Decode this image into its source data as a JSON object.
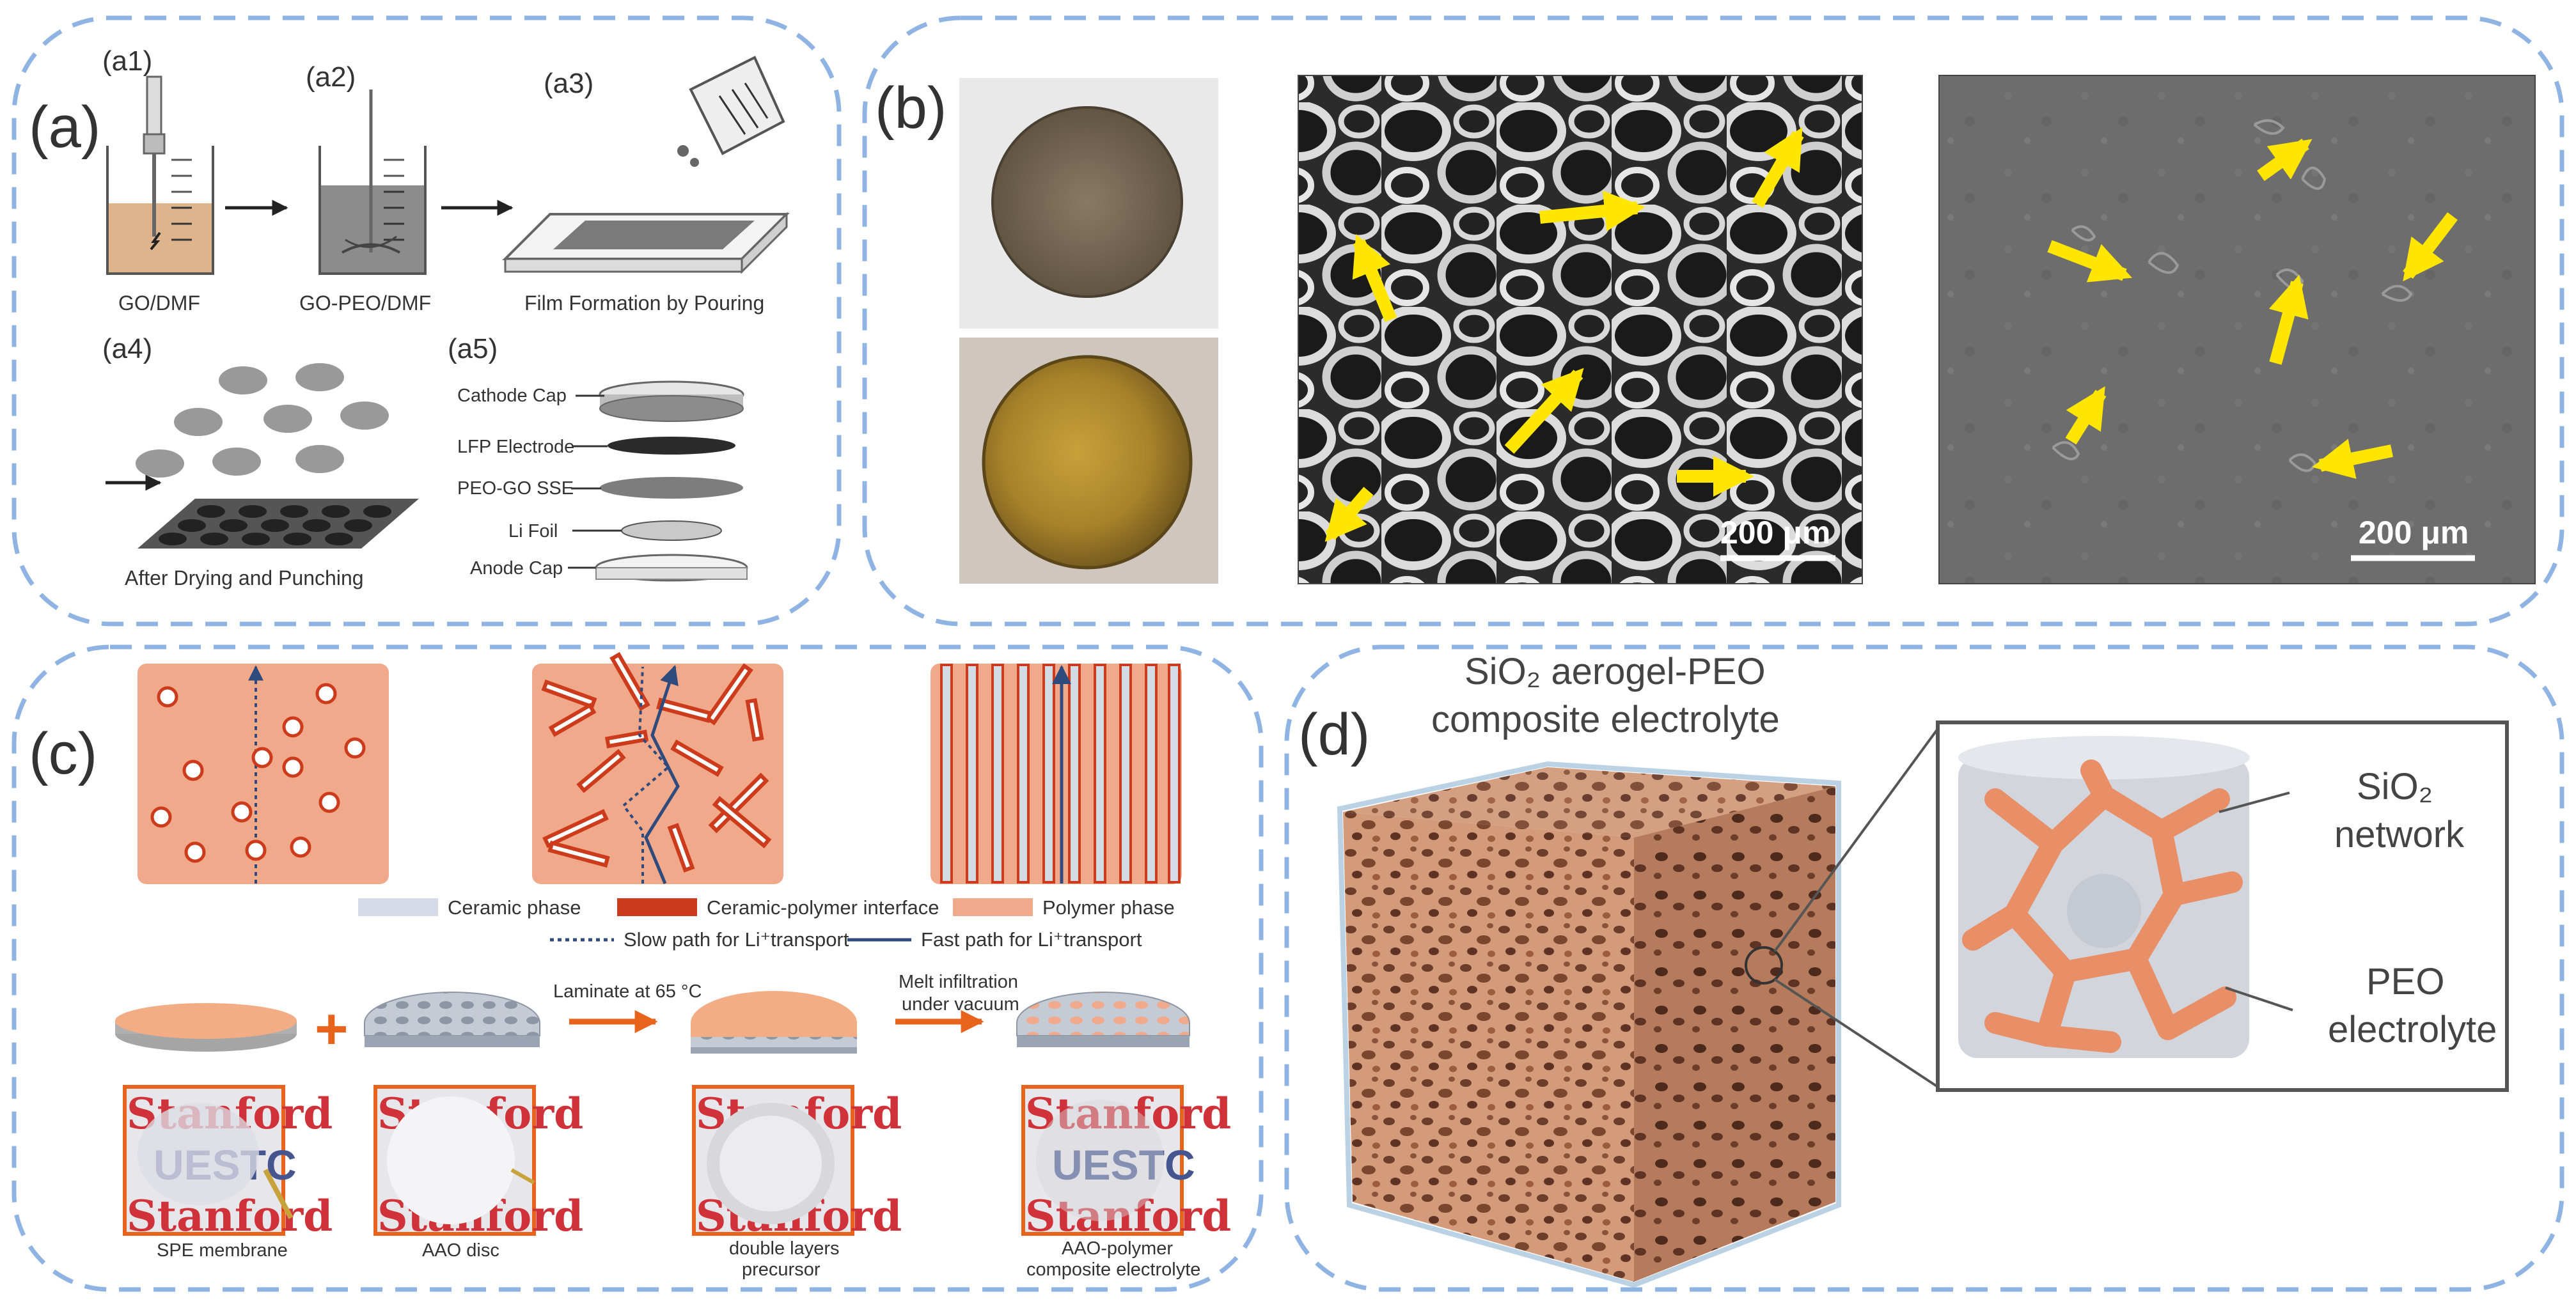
{
  "panels": {
    "a": {
      "label": "(a)",
      "sub_a1": "(a1)",
      "sub_a2": "(a2)",
      "sub_a3": "(a3)",
      "sub_a4": "(a4)",
      "sub_a5": "(a5)",
      "cap_a1": "GO/DMF",
      "cap_a2": "GO-PEO/DMF",
      "cap_a3": "Film Formation by Pouring",
      "cap_a4": "After Drying and Punching",
      "stack": [
        "Cathode Cap",
        "LFP Electrode",
        "PEO-GO SSE",
        "Li Foil",
        "Anode Cap"
      ]
    },
    "b": {
      "label": "(b)",
      "scale_1": "200 μm",
      "scale_2": "200 μm"
    },
    "c": {
      "label": "(c)",
      "legend": {
        "ceramic": "Ceramic phase",
        "interface": "Ceramic-polymer interface",
        "polymer": "Polymer phase",
        "slow": "Slow path for Li⁺transport",
        "fast": "Fast path for Li⁺transport"
      },
      "arrow1": "Laminate at 65 °C",
      "arrow2_l1": "Melt infiltration",
      "arrow2_l2": "under vacuum",
      "plus": "+",
      "photo_text": {
        "stanford": "Stanford",
        "uestc": "UESTC"
      },
      "cap_spe": "SPE membrane",
      "cap_aao": "AAO disc",
      "cap_double_l1": "double layers",
      "cap_double_l2": "precursor",
      "cap_comp_l1": "AAO-polymer",
      "cap_comp_l2": "composite electrolyte"
    },
    "d": {
      "label": "(d)",
      "title_l1": "SiO₂ aerogel-PEO",
      "title_l2": "composite electrolyte",
      "network_l1": "SiO₂",
      "network_l2": "network",
      "peo_l1": "PEO",
      "peo_l2": "electrolyte"
    }
  },
  "colors": {
    "frame": "#8fb4e3",
    "polymer": "#f0a98a",
    "interface": "#cc3b1b",
    "ceramic": "#d4dbe6",
    "arrow_orange": "#e8641c",
    "sem_arrow": "#ffe600",
    "path_blue": "#2f4a7d"
  }
}
